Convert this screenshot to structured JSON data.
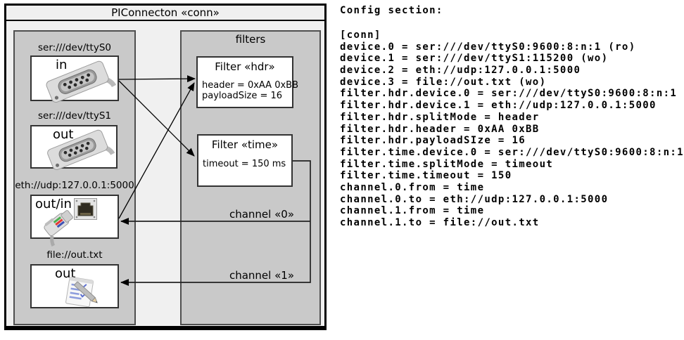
{
  "diagram": {
    "title": "PIConnecton «conn»",
    "filters_panel_label": "filters",
    "devices": [
      {
        "url": "ser:///dev/ttyS0",
        "io": "in",
        "icon": "serial-db9-connector"
      },
      {
        "url": "ser:///dev/ttyS1",
        "io": "out",
        "icon": "serial-db9-connector"
      },
      {
        "url": "eth://udp:127.0.0.1:5000",
        "io": "out/in",
        "icon": "ethernet-rj45-connector"
      },
      {
        "url": "file://out.txt",
        "io": "out",
        "icon": "notepad-pencil"
      }
    ],
    "filters": [
      {
        "title": "Filter «hdr»",
        "param1": "header = 0xAA 0xBB",
        "param2": "payloadSize = 16"
      },
      {
        "title": "Filter «time»",
        "param1": "timeout = 150 ms"
      }
    ],
    "channels": [
      {
        "label": "channel «0»"
      },
      {
        "label": "channel «1»"
      }
    ],
    "colors": {
      "frame_fill": "#f0f0f0",
      "panel_fill": "#c9c9c9",
      "box_fill": "#ffffff",
      "line": "#000000"
    }
  },
  "config": {
    "heading": "Config section:",
    "lines": [
      "[conn]",
      "device.0 = ser:///dev/ttyS0:9600:8:n:1 (ro)",
      "device.1 = ser:///dev/ttyS1:115200 (wo)",
      "device.2 = eth://udp:127.0.0.1:5000",
      "device.3 = file://out.txt (wo)",
      "filter.hdr.device.0 = ser:///dev/ttyS0:9600:8:n:1",
      "filter.hdr.device.1 = eth://udp:127.0.0.1:5000",
      "filter.hdr.splitMode = header",
      "filter.hdr.header = 0xAA 0xBB",
      "filter.hdr.payloadSIze = 16",
      "filter.time.device.0 = ser:///dev/ttyS0:9600:8:n:1",
      "filter.time.splitMode = timeout",
      "filter.time.timeout = 150",
      "channel.0.from = time",
      "channel.0.to = eth://udp:127.0.0.1:5000",
      "channel.1.from = time",
      "channel.1.to = file://out.txt"
    ]
  }
}
